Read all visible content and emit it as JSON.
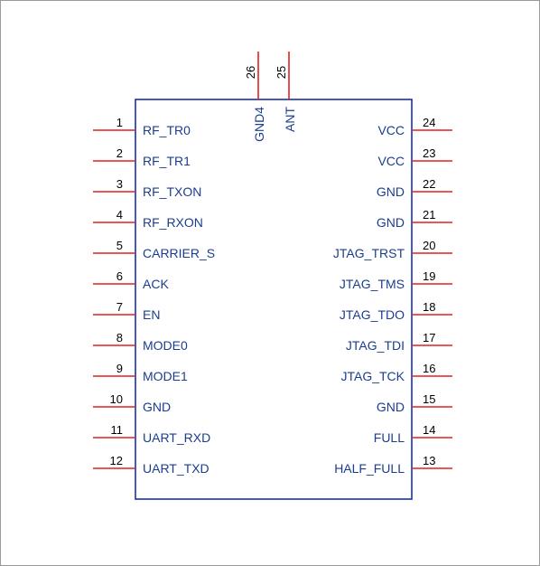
{
  "component": {
    "colors": {
      "pin": "#e02020",
      "body": "#1a2fa8",
      "label": "#1b3d8f",
      "number": "#000000"
    },
    "left_pins": [
      {
        "number": "1",
        "name": "RF_TR0"
      },
      {
        "number": "2",
        "name": "RF_TR1"
      },
      {
        "number": "3",
        "name": "RF_TXON"
      },
      {
        "number": "4",
        "name": "RF_RXON"
      },
      {
        "number": "5",
        "name": "CARRIER_S"
      },
      {
        "number": "6",
        "name": "ACK"
      },
      {
        "number": "7",
        "name": "EN"
      },
      {
        "number": "8",
        "name": "MODE0"
      },
      {
        "number": "9",
        "name": "MODE1"
      },
      {
        "number": "10",
        "name": "GND"
      },
      {
        "number": "11",
        "name": "UART_RXD"
      },
      {
        "number": "12",
        "name": "UART_TXD"
      }
    ],
    "right_pins": [
      {
        "number": "24",
        "name": "VCC"
      },
      {
        "number": "23",
        "name": "VCC"
      },
      {
        "number": "22",
        "name": "GND"
      },
      {
        "number": "21",
        "name": "GND"
      },
      {
        "number": "20",
        "name": "JTAG_TRST"
      },
      {
        "number": "19",
        "name": "JTAG_TMS"
      },
      {
        "number": "18",
        "name": "JTAG_TDO"
      },
      {
        "number": "17",
        "name": "JTAG_TDI"
      },
      {
        "number": "16",
        "name": "JTAG_TCK"
      },
      {
        "number": "15",
        "name": "GND"
      },
      {
        "number": "14",
        "name": "FULL"
      },
      {
        "number": "13",
        "name": "HALF_FULL"
      }
    ],
    "top_pins": [
      {
        "number": "26",
        "name": "GND4"
      },
      {
        "number": "25",
        "name": "ANT"
      }
    ]
  }
}
